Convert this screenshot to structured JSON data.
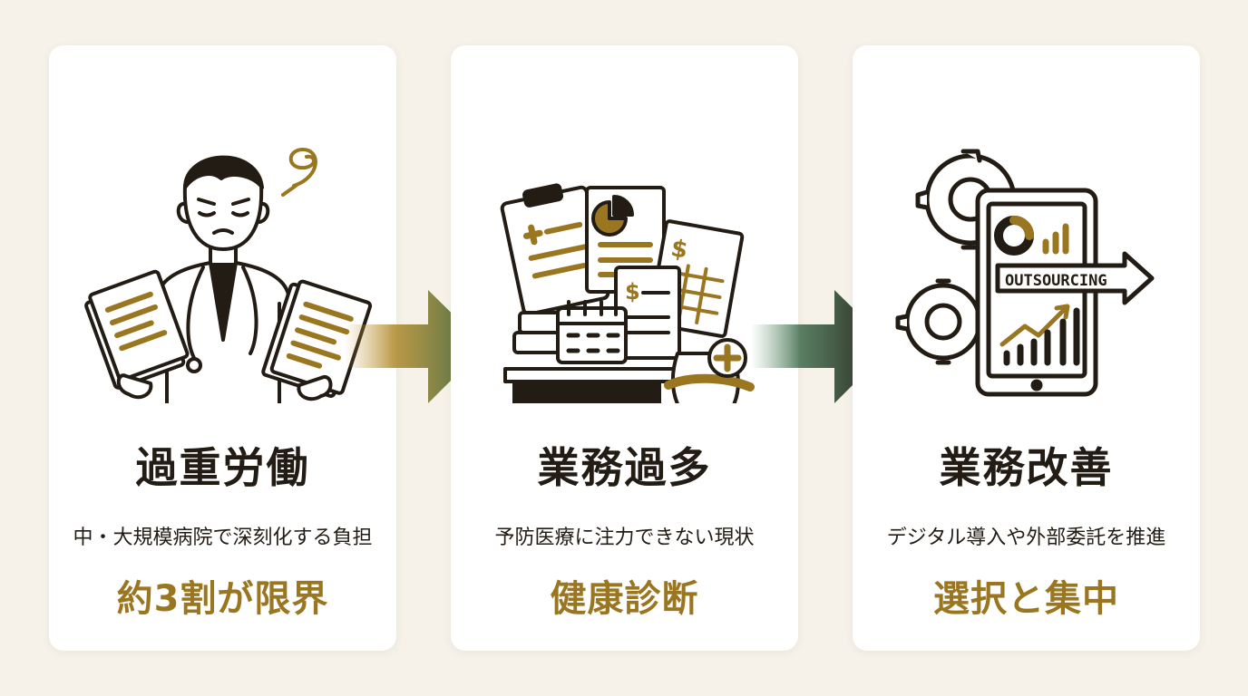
{
  "colors": {
    "background": "#f6f2ea",
    "card": "#ffffff",
    "ink": "#231c15",
    "gold": "#9a7620",
    "green": "#3e6a4a"
  },
  "cards": [
    {
      "title": "過重労働",
      "subtitle": "中・大規模病院で深刻化する負担",
      "highlight": "約3割が限界",
      "icon": "stressed-doctor-with-documents-icon"
    },
    {
      "title": "業務過多",
      "subtitle": "予防医療に注力できない現状",
      "highlight": "健康診断",
      "icon": "paperwork-pile-health-check-icon"
    },
    {
      "title": "業務改善",
      "subtitle": "デジタル導入や外部委託を推進",
      "highlight": "選択と集中",
      "icon": "tablet-outsourcing-gears-icon",
      "tablet_label": "OUTSOURCING"
    }
  ],
  "arrows": [
    "arrow-right-icon",
    "arrow-right-icon"
  ]
}
